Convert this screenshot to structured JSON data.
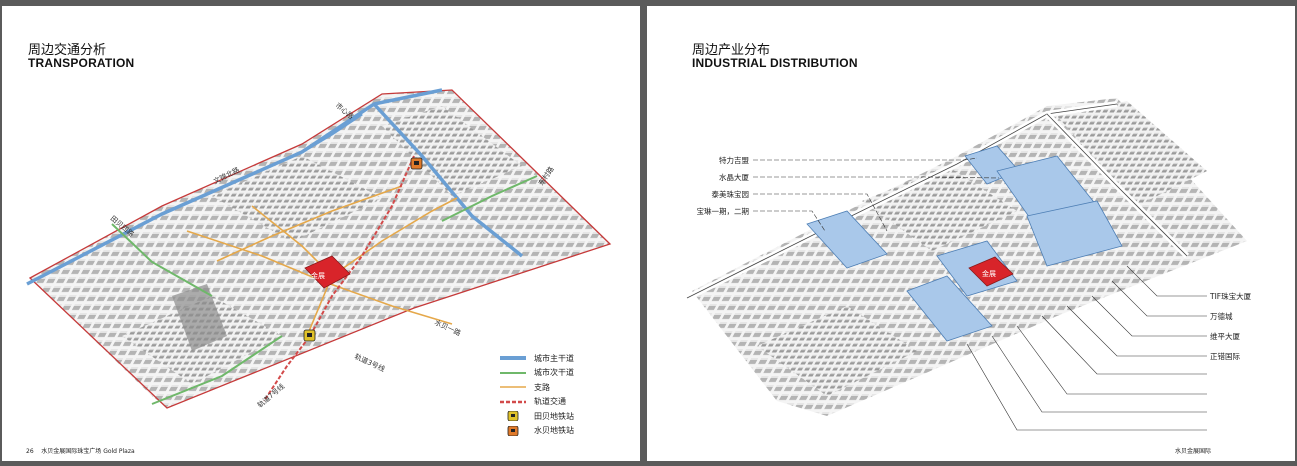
{
  "left_page": {
    "title_cn": "周边交通分析",
    "title_en": "TRANSPORATION",
    "site_label": "金展",
    "road_labels": {
      "shixin": "市心路",
      "wenjin_north": "文锦北路",
      "tianbei": "田贝四路",
      "dongcun": "东村路",
      "shuibei_one": "水贝一路",
      "metro3": "轨道3号线",
      "metro7": "轨道7号线"
    },
    "legend": [
      {
        "label": "城市主干道",
        "color": "#6a9fd4",
        "kind": "line"
      },
      {
        "label": "城市次干道",
        "color": "#6fb86a",
        "kind": "line"
      },
      {
        "label": "支路",
        "color": "#e5a84a",
        "kind": "line"
      },
      {
        "label": "轨道交通",
        "color": "#d24a4a",
        "kind": "dash"
      },
      {
        "label": "田贝地铁站",
        "color": "#e0c22a",
        "kind": "station"
      },
      {
        "label": "水贝地铁站",
        "color": "#e07a2a",
        "kind": "station"
      }
    ],
    "page_number": "26",
    "footer_text": "水贝金展国际珠宝广场 Gold Plaza"
  },
  "right_page": {
    "title_cn": "周边产业分布",
    "title_en": "INDUSTRIAL DISTRIBUTION",
    "site_label": "金展",
    "callouts_left": [
      "特力吉盟",
      "水晶大厦",
      "泰美珠宝园",
      "宝琳一期，二期"
    ],
    "callouts_right": [
      "TIF珠宝大厦",
      "万德城",
      "维平大厦",
      "正错国际"
    ],
    "footer_text": "水贝金展国际"
  },
  "colors": {
    "site": "#d8242a",
    "industrial": "#a9c8ea",
    "boundary": "#c63a3a"
  }
}
